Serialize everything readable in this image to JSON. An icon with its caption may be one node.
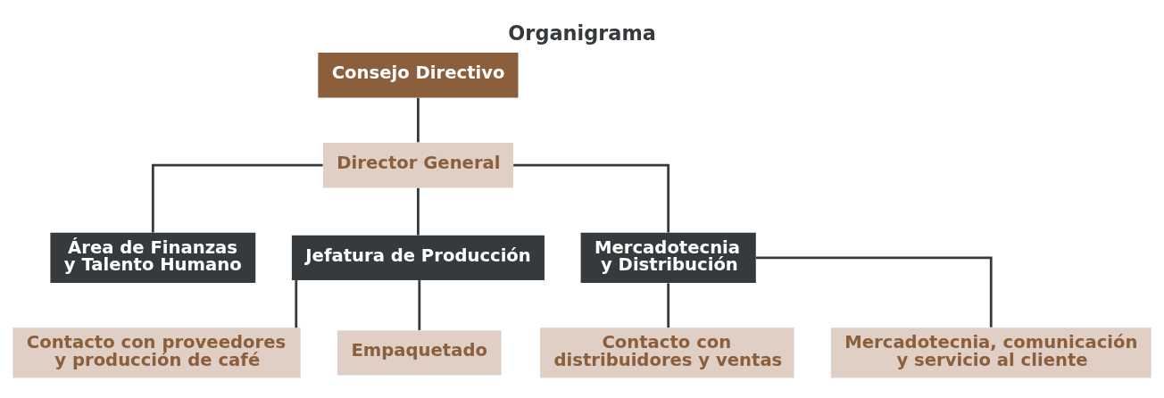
{
  "diagram": {
    "title": "Organigrama",
    "nodes": [
      {
        "text": [
          "Consejo Directivo"
        ]
      },
      {
        "text": [
          "Director General"
        ]
      },
      {
        "text": [
          "Área de Finanzas y Talento Humano"
        ]
      },
      {
        "text": [
          "Jefatura de Producción"
        ]
      },
      {
        "text": [
          "Mercadotecnia y Distribución"
        ]
      },
      {
        "text": [
          "Contacto con proveedores y producción de café"
        ]
      },
      {
        "text": [
          "Empaquetado"
        ]
      },
      {
        "text": [
          "Contacto con distribuidores y ventas"
        ]
      },
      {
        "text": [
          "Mercadotecnia, comunicación y servicio al cliente"
        ]
      }
    ],
    "edges": [
      {
        "from": 0,
        "to": 1,
        "arrow": "none"
      },
      {
        "from": 1,
        "to": 2,
        "arrow": "none"
      },
      {
        "from": 1,
        "to": 3,
        "arrow": "none"
      },
      {
        "from": 1,
        "to": 4,
        "arrow": "none"
      },
      {
        "from": 3,
        "to": 5,
        "arrow": "none"
      },
      {
        "from": 3,
        "to": 6,
        "arrow": "none"
      },
      {
        "from": 4,
        "to": 7,
        "arrow": "none"
      },
      {
        "from": 4,
        "to": 8,
        "arrow": "none"
      }
    ]
  }
}
